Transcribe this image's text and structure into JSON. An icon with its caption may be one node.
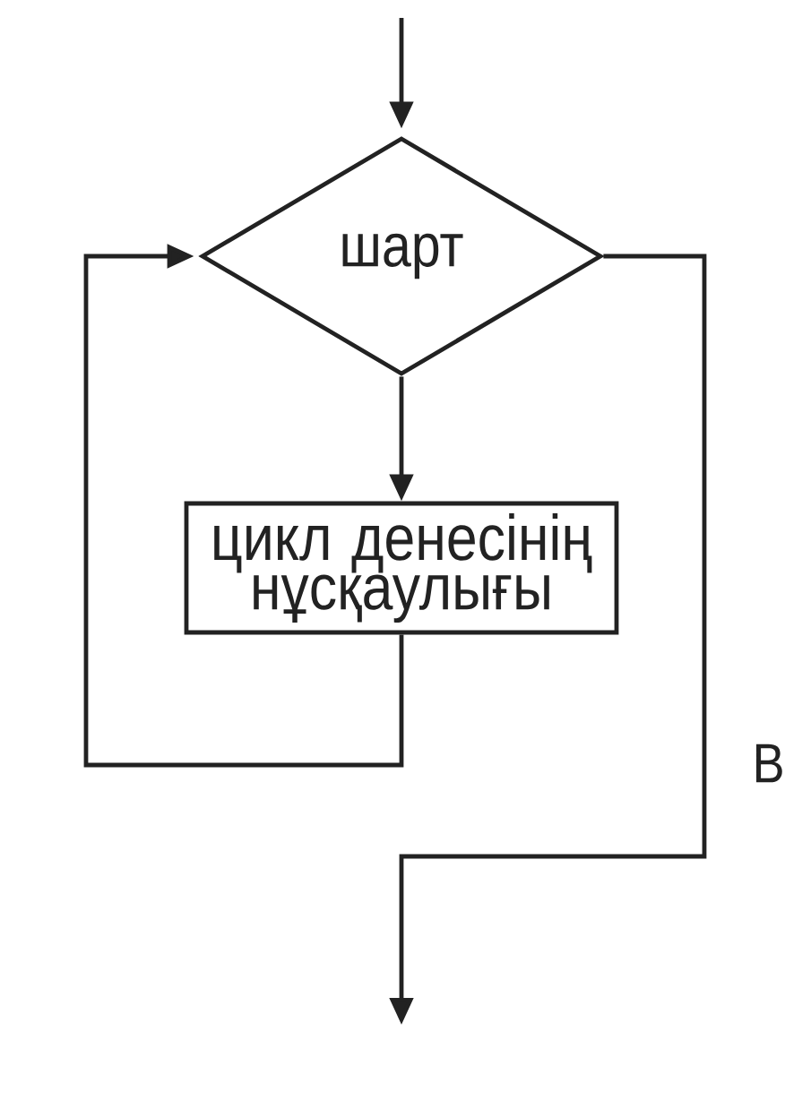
{
  "diagram": {
    "nodes": [
      {
        "text": [
          "шарт"
        ]
      },
      {
        "text": [
          "цикл денесінің нұсқаулығы"
        ]
      }
    ],
    "edges": [
      {
        "from": null,
        "to": 0,
        "arrow": "to"
      },
      {
        "from": 0,
        "to": 1,
        "arrow": "to"
      },
      {
        "from": 1,
        "to": 0,
        "arrow": "to"
      },
      {
        "from": 0,
        "to": null,
        "arrow": "to"
      }
    ],
    "labels": [
      "В"
    ]
  }
}
